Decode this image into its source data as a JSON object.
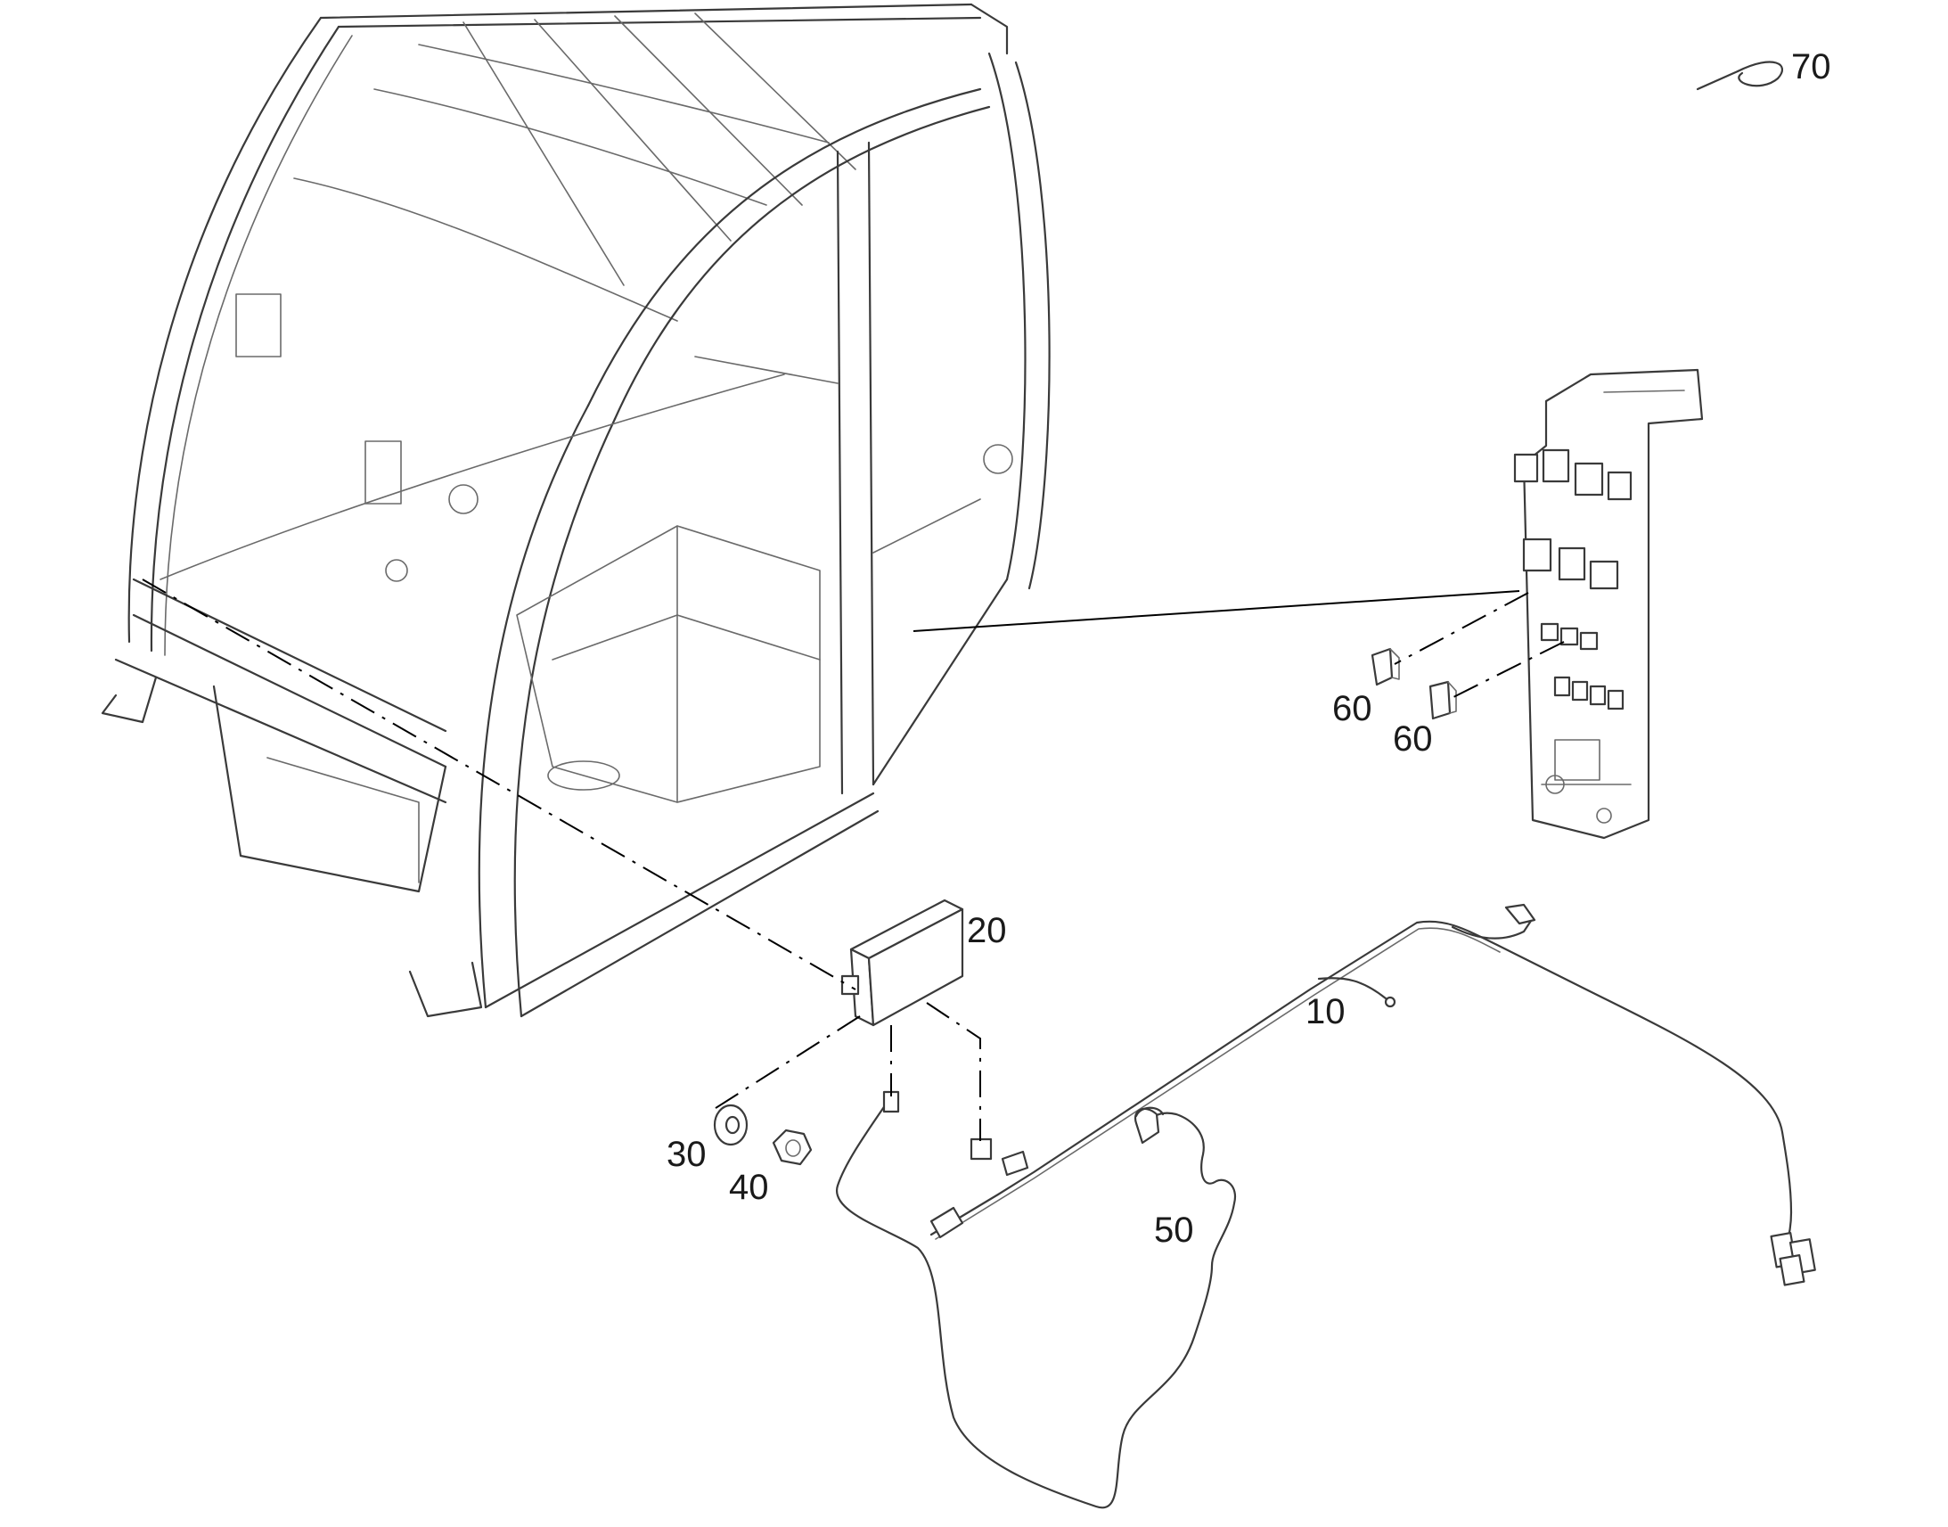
{
  "callouts": {
    "c10": "10",
    "c20": "20",
    "c30": "30",
    "c40": "40",
    "c50": "50",
    "c60a": "60",
    "c60b": "60",
    "c70": "70"
  }
}
